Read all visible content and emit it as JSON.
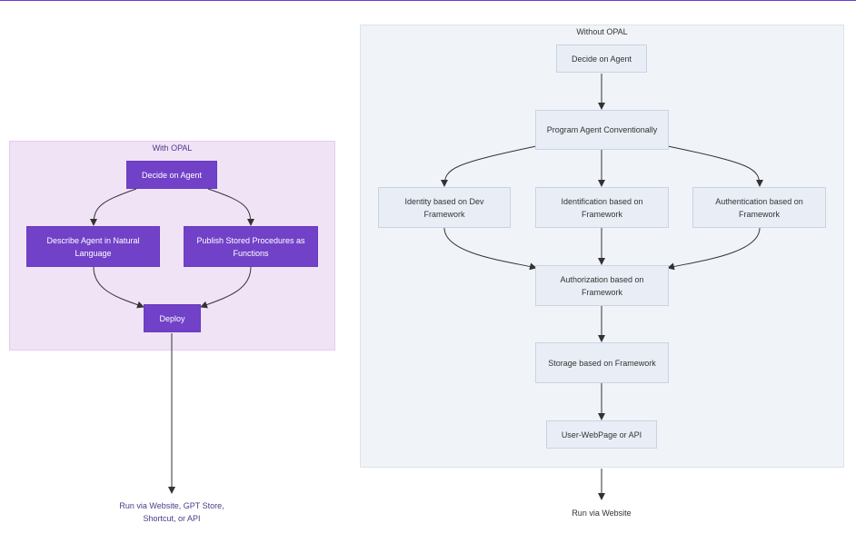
{
  "with_opal": {
    "title": "With OPAL",
    "decide": "Decide on Agent",
    "describe": "Describe Agent in Natural Language",
    "publish": "Publish Stored Procedures as Functions",
    "deploy": "Deploy",
    "run": "Run via Website, GPT Store, Shortcut, or API"
  },
  "without_opal": {
    "title": "Without OPAL",
    "decide": "Decide on Agent",
    "program": "Program Agent Conventionally",
    "identity": "Identity based on Dev Framework",
    "identification": "Identification based on Framework",
    "authentication": "Authentication based on Framework",
    "authorization": "Authorization based on Framework",
    "storage": "Storage based on Framework",
    "user": "User-WebPage or API",
    "run": "Run via Website"
  }
}
